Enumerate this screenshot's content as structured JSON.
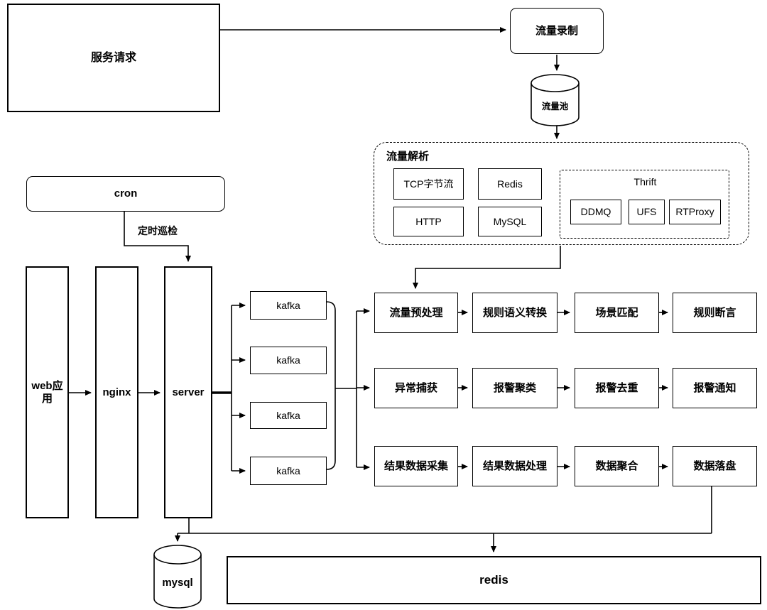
{
  "colors": {
    "line": "#000000",
    "canvas": "#ffffff"
  },
  "nodes": {
    "service_request": "服务请求",
    "traffic_record": "流量录制",
    "traffic_pool": "流量池",
    "parse_group_title": "流量解析",
    "parse_items": [
      "TCP字节流",
      "Redis",
      "HTTP",
      "MySQL"
    ],
    "thrift_title": "Thrift",
    "thrift_items": [
      "DDMQ",
      "UFS",
      "RTProxy"
    ],
    "cron": "cron",
    "cron_edge_label": "定时巡检",
    "web_app": "web应用",
    "nginx": "nginx",
    "server": "server",
    "kafka": "kafka",
    "mysql_db": "mysql",
    "redis_db": "redis"
  },
  "pipelines": {
    "rule": [
      "流量预处理",
      "规则语义转换",
      "场景匹配",
      "规则断言"
    ],
    "alarm": [
      "异常捕获",
      "报警聚类",
      "报警去重",
      "报警通知"
    ],
    "data": [
      "结果数据采集",
      "结果数据处理",
      "数据聚合",
      "数据落盘"
    ]
  }
}
